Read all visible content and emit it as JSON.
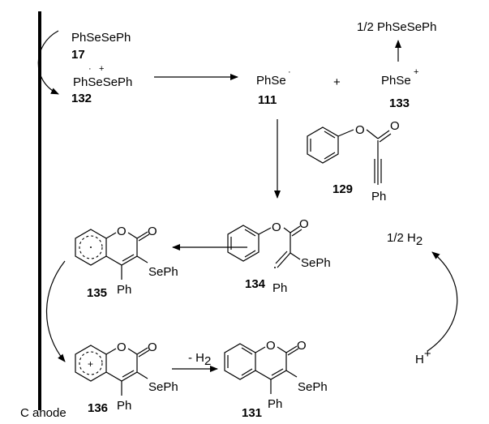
{
  "electrode": {
    "label": "C anode"
  },
  "species": {
    "diselenide": {
      "formula": "PhSeSePh",
      "number": "17"
    },
    "radical_cation": {
      "formula": "PhSeSePh",
      "dot": "·",
      "charge": "+",
      "number": "132"
    },
    "selenyl_radical": {
      "formula": "PhSe",
      "dot": "·",
      "number": "111"
    },
    "plus_sign": "+",
    "selenyl_cation": {
      "formula": "PhSe",
      "charge": "+",
      "number": "133"
    },
    "half_diselenide": {
      "formula": "1/2 PhSeSePh"
    },
    "alkynoate": {
      "atoms": {
        "o_ester": "O",
        "o_carbonyl": "O",
        "ph": "Ph"
      },
      "number": "129"
    },
    "vinyl_radical": {
      "atoms": {
        "o_ester": "O",
        "o_carbonyl": "O",
        "seph": "SePh",
        "ph": "Ph"
      },
      "number": "134"
    },
    "cyclized_radical": {
      "atoms": {
        "o_ring": "O",
        "o_carbonyl": "O",
        "seph": "SePh",
        "ph": "Ph"
      },
      "number": "135"
    },
    "cyclized_cation": {
      "atoms": {
        "o_ring": "O",
        "o_carbonyl": "O",
        "seph": "SePh",
        "ph": "Ph"
      },
      "charge": "+",
      "number": "136"
    },
    "product": {
      "atoms": {
        "o_ring": "O",
        "o_carbonyl": "O",
        "seph": "SePh",
        "ph": "Ph"
      },
      "number": "131"
    }
  },
  "arrows": {
    "loss_h2": {
      "prefix": "- H",
      "subscript": "2"
    },
    "half_h2": {
      "prefix": "1/2 H",
      "subscript": "2"
    },
    "proton": {
      "symbol": "H",
      "charge": "+"
    }
  }
}
